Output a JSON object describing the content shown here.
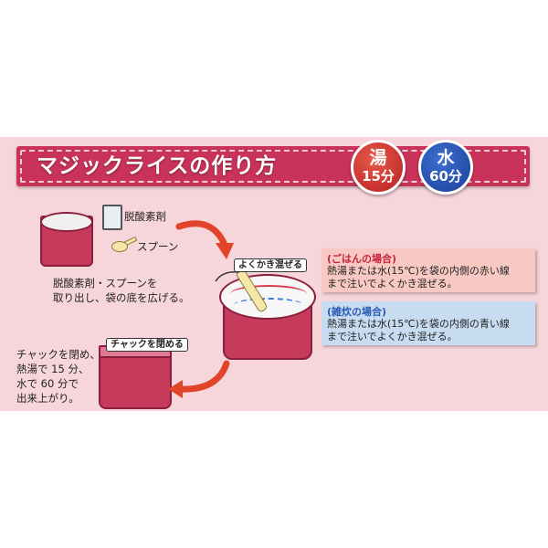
{
  "title": "マジックライスの作り方",
  "badges": {
    "hot": {
      "kanji": "湯",
      "time": "15分"
    },
    "cold": {
      "kanji": "水",
      "time": "60分"
    }
  },
  "step1": {
    "packet_label": "脱酸素剤",
    "spoon_label": "スプーン",
    "instruction_line1": "脱酸素剤・スプーンを",
    "instruction_line2": "取り出し、袋の底を広げる。"
  },
  "step2": {
    "tag": "よくかき混ぜる"
  },
  "step3": {
    "tag": "チャックを閉める",
    "instruction_line1": "チャックを閉め、",
    "instruction_line2": "熱湯で 15 分、",
    "instruction_line3": "水で 60 分で",
    "instruction_line4": "出来上がり。"
  },
  "info_rice": {
    "heading": "(ごはんの場合)",
    "line1": "熱湯または水(15℃)を袋の内側の赤い線",
    "line2": "まで注いでよくかき混ぜる。"
  },
  "info_porridge": {
    "heading": "(雑炊の場合)",
    "line1": "熱湯または水(15℃)を袋の内側の青い線",
    "line2": "まで注いでよくかき混ぜる。"
  },
  "colors": {
    "panel_bg": "#f7d6db",
    "title_bar": "#c9335a",
    "hot_badge": "#b81f20",
    "cold_badge": "#1b3f9a",
    "bag": "#c63a5c",
    "arrow": "#e0452a"
  }
}
